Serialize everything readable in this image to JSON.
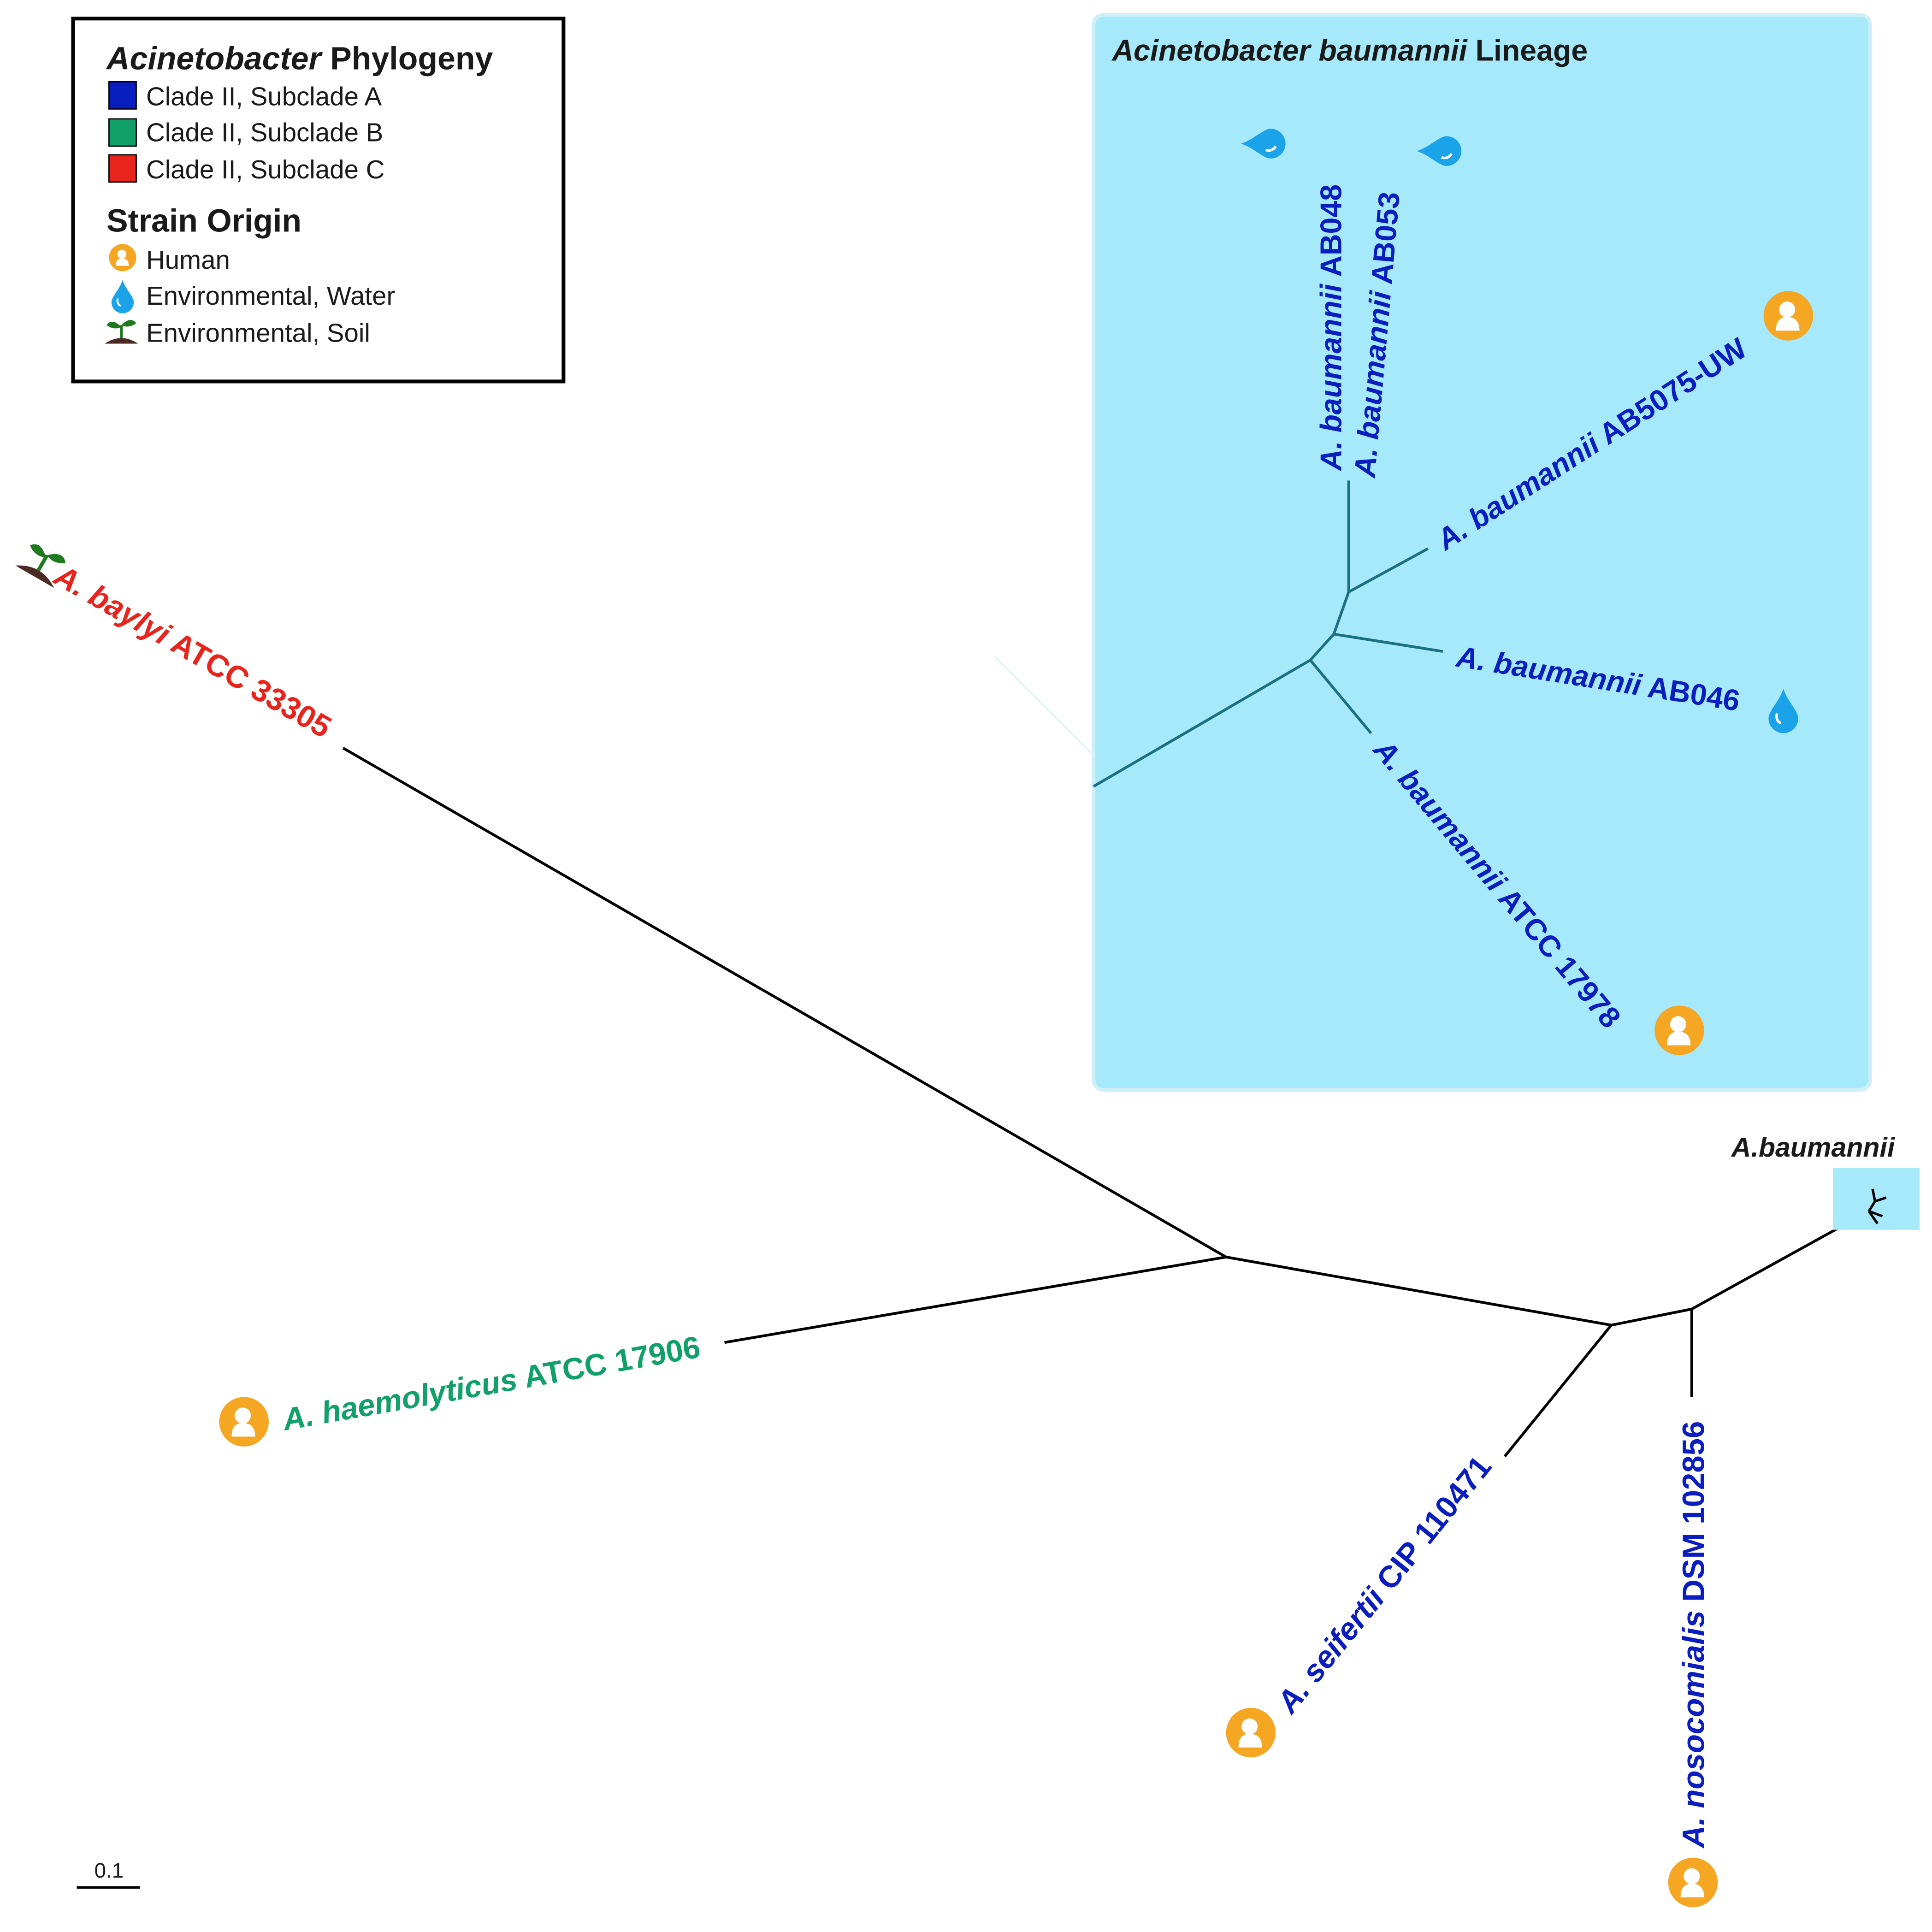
{
  "legend": {
    "title_italic": "Acinetobacter",
    "title_rest": " Phylogeny",
    "clades": [
      {
        "label": "Clade II, Subclade A",
        "color": "#0a1ebf"
      },
      {
        "label": "Clade II, Subclade B",
        "color": "#12a06a"
      },
      {
        "label": "Clade II, Subclade C",
        "color": "#e8241c"
      }
    ],
    "origin_title": "Strain Origin",
    "origins": [
      {
        "label": "Human",
        "icon": "human-icon"
      },
      {
        "label": "Environmental, Water",
        "icon": "water-drop-icon"
      },
      {
        "label": "Environmental, Soil",
        "icon": "soil-sprout-icon"
      }
    ]
  },
  "inset": {
    "title_italic": "Acinetobacter baumannii",
    "title_rest": " Lineage",
    "background": "#a6e9fb",
    "branch_color": "#1a6f80"
  },
  "taxa": {
    "baylyi": {
      "italic": "A. baylyi",
      "rest": " ATCC 33305",
      "color": "#e8241c"
    },
    "haemolyticus": {
      "italic": "A. haemolyticus",
      "rest": " ATCC 17906",
      "color": "#12a06a"
    },
    "seifertii": {
      "italic": "A. seifertii",
      "rest": " CIP 110471",
      "color": "#0a1ebf"
    },
    "nosocomialis": {
      "italic": "A. nosocomialis",
      "rest": " DSM 102856",
      "color": "#0a1ebf"
    },
    "ab048": {
      "italic": "A. baumannii",
      "rest": " AB048",
      "color": "#0a1ebf"
    },
    "ab053": {
      "italic": "A. baumannii",
      "rest": " AB053",
      "color": "#0a1ebf"
    },
    "ab5075": {
      "italic": "A. baumannii",
      "rest": " AB5075-UW",
      "color": "#0a1ebf"
    },
    "ab046": {
      "italic": "A. baumannii",
      "rest": " AB046",
      "color": "#0a1ebf"
    },
    "atcc17978": {
      "italic": "A. baumannii",
      "rest": " ATCC 17978",
      "color": "#0a1ebf"
    }
  },
  "clade_label": "A.baumannii",
  "scale_bar": "0.1",
  "icon_colors": {
    "human": "#f5a623",
    "water": "#1aa3e8",
    "leaf": "#1f7a1f",
    "soil": "#4a2a22"
  }
}
